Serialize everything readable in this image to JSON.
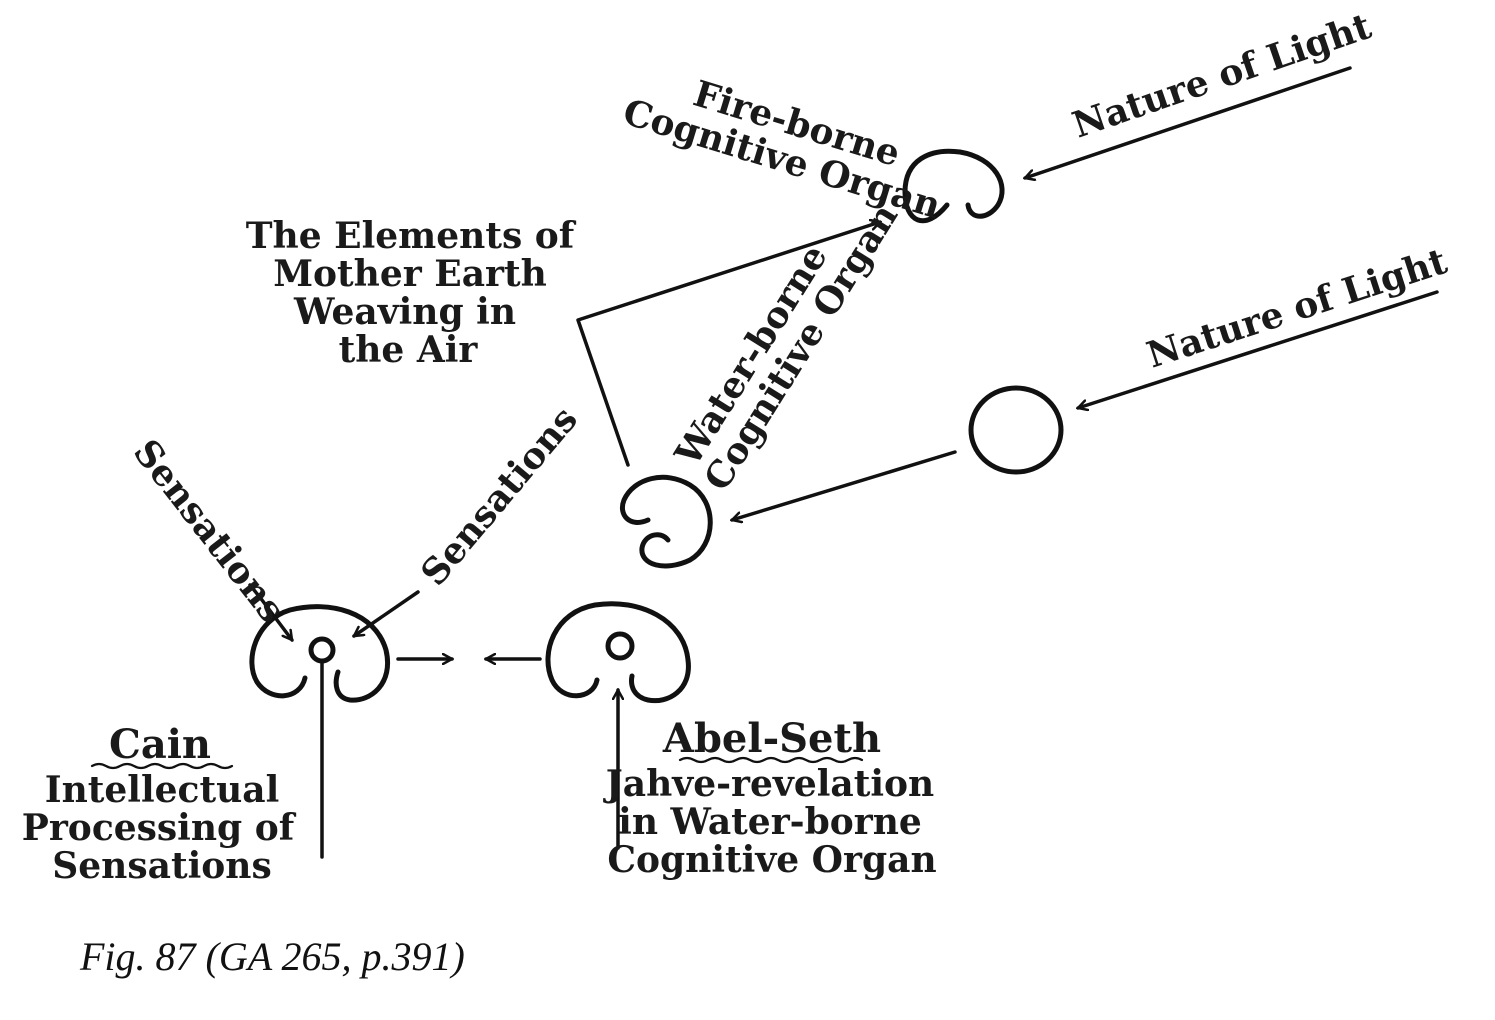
{
  "labels": {
    "fire_borne": [
      "Fire-borne",
      "Cognitive Organ"
    ],
    "nature_of_light_top": "Nature of Light",
    "nature_of_light_mid": "Nature of Light",
    "elements": [
      "The Elements of",
      "Mother Earth",
      "Weaving in",
      "the Air"
    ],
    "water_borne": [
      "Water-borne",
      "Cognitive Organ"
    ],
    "sensations_left": "Sensations",
    "sensations_right": "Sensations",
    "cain_title": "Cain",
    "cain_desc": [
      "Intellectual",
      "Processing of",
      "Sensations"
    ],
    "abel_title": "Abel-Seth",
    "abel_desc": [
      "Jahve-revelation",
      "in Water-borne",
      "Cognitive Organ"
    ]
  },
  "caption": "Fig. 87 (GA 265, p.391)"
}
